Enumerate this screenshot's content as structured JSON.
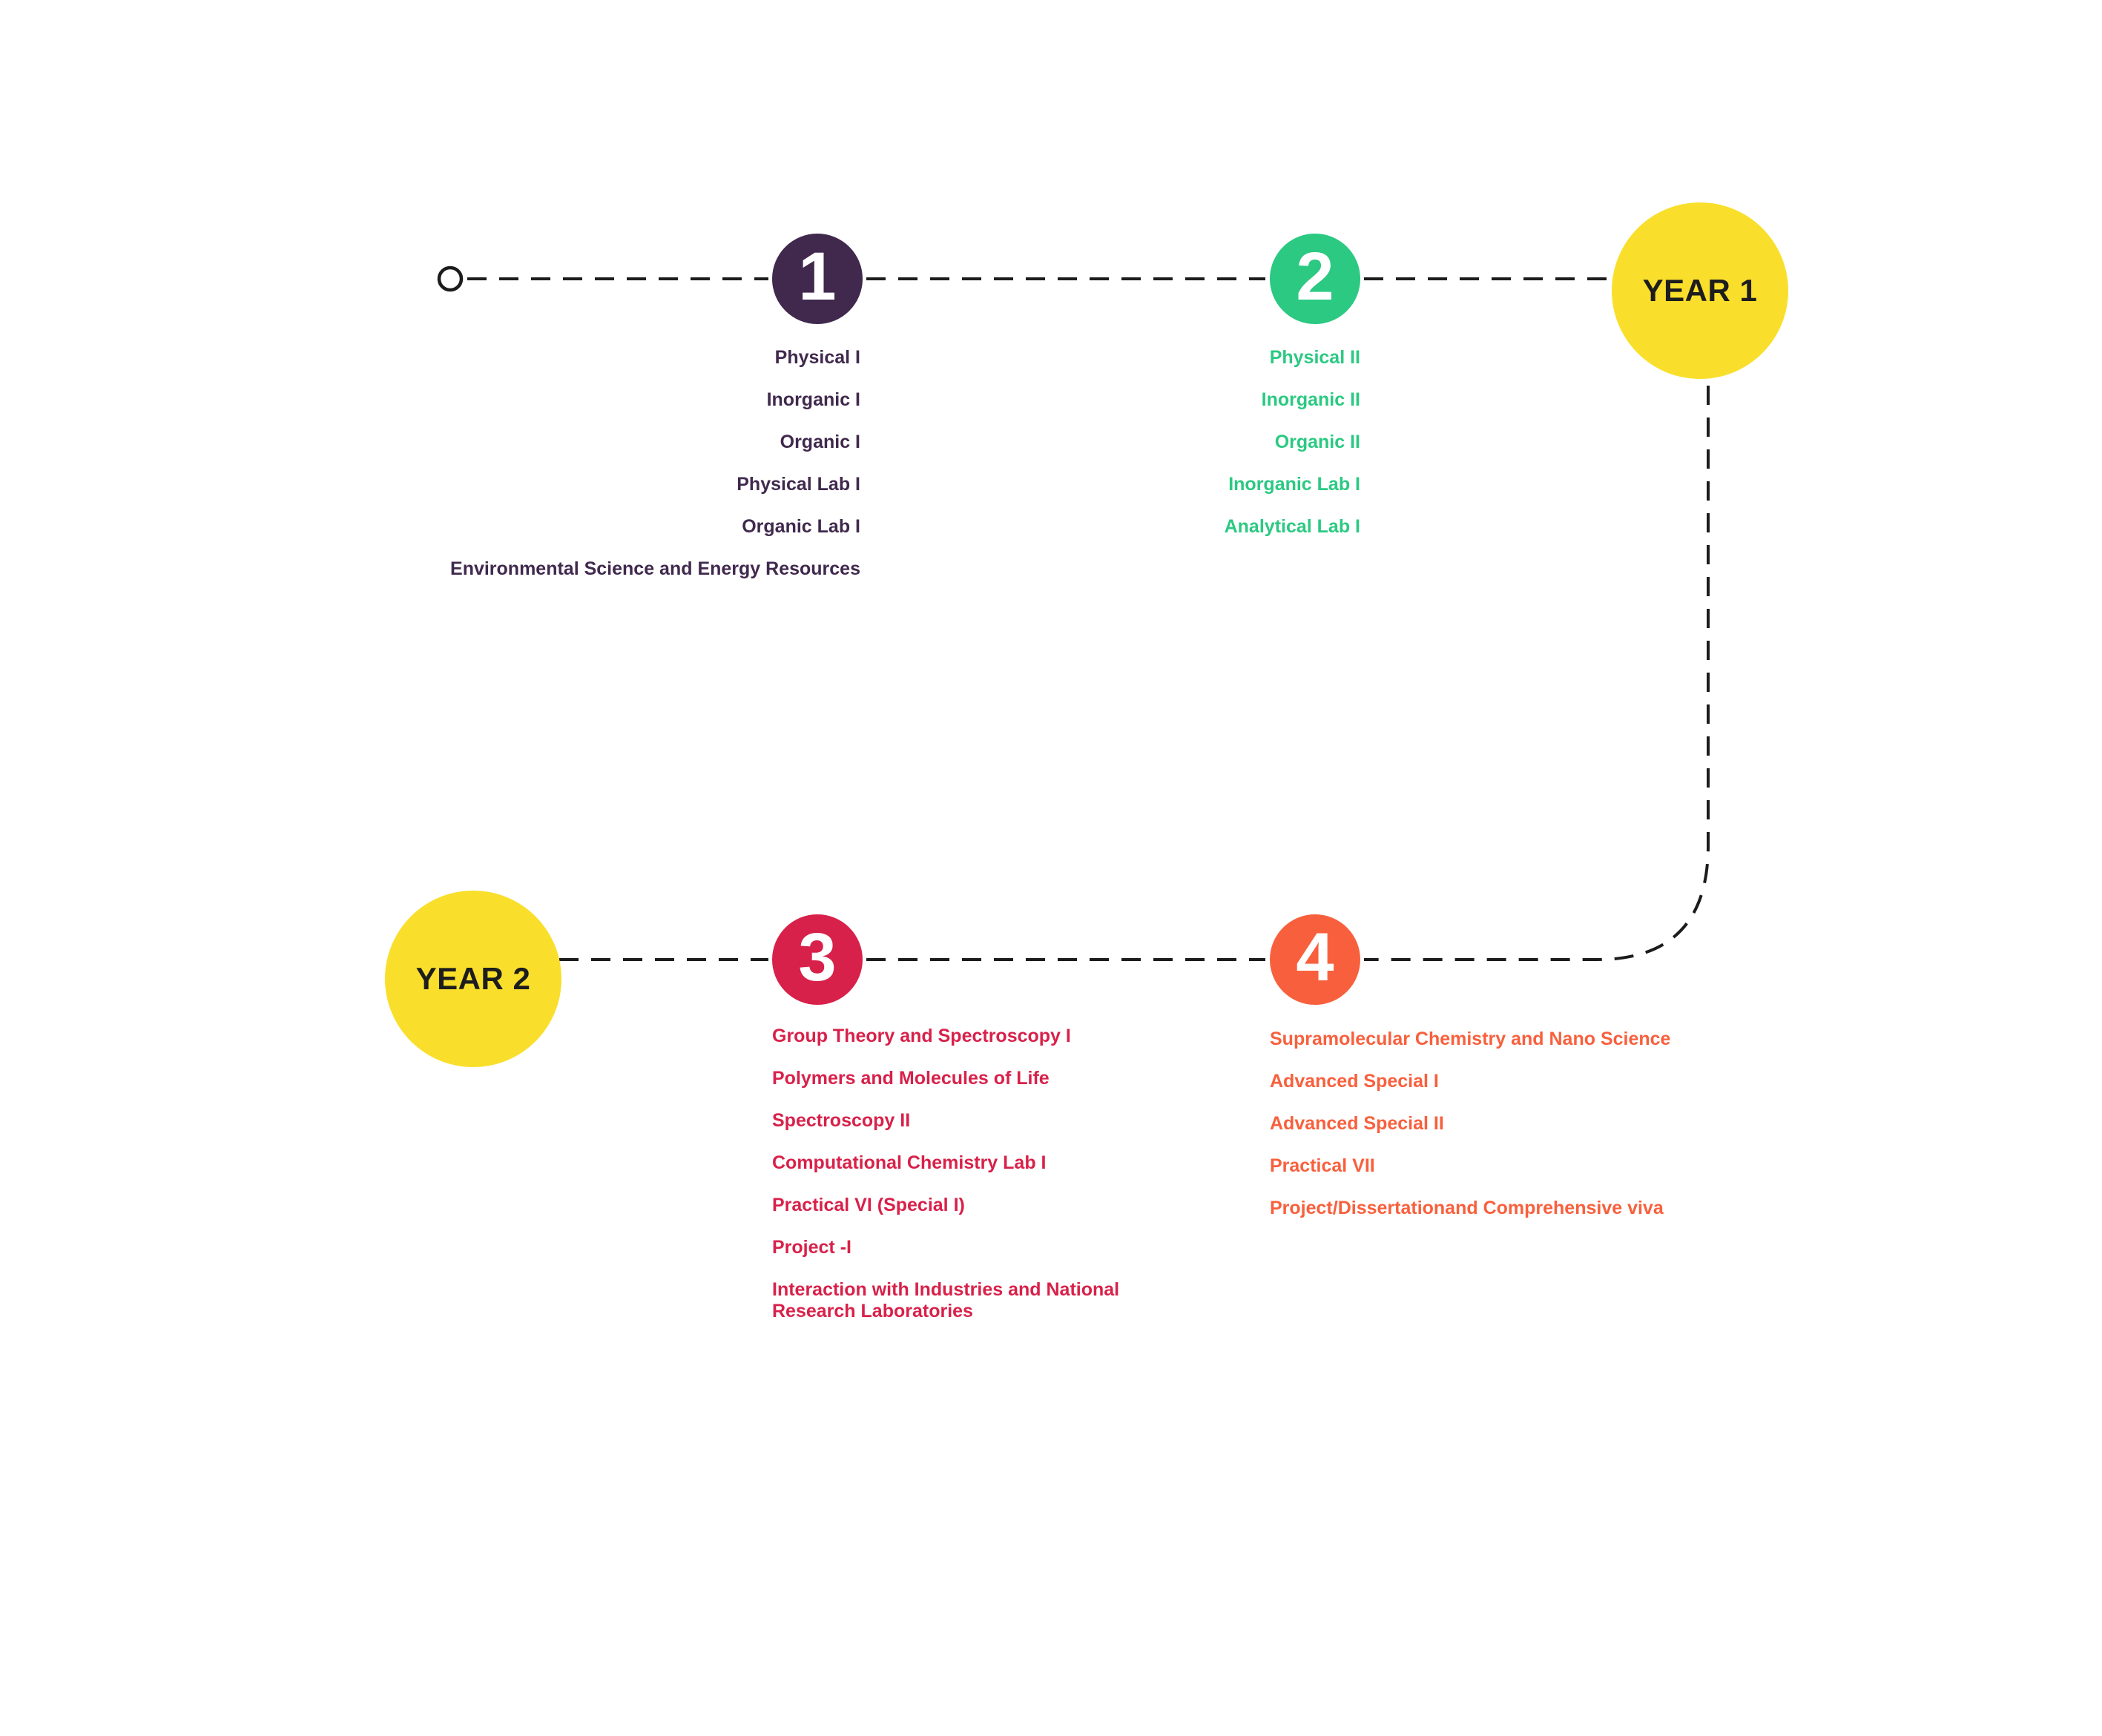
{
  "timeline": {
    "line_color": "#1c1c1c",
    "number_color": "#ffffff",
    "years": [
      {
        "label": "YEAR 1",
        "bg": "#f9df2b",
        "text": "#1d1d1d"
      },
      {
        "label": "YEAR 2",
        "bg": "#f9df2b",
        "text": "#1d1d1d"
      }
    ],
    "semesters": [
      {
        "number": "1",
        "color": "#40294d",
        "courses": [
          "Physical I",
          "Inorganic I",
          "Organic I",
          "Physical Lab I",
          "Organic Lab I",
          "Environmental Science and Energy Resources"
        ]
      },
      {
        "number": "2",
        "color": "#2bc982",
        "courses": [
          "Physical II",
          "Inorganic II",
          "Organic II",
          "Inorganic Lab I",
          "Analytical Lab I"
        ]
      },
      {
        "number": "3",
        "color": "#d8214a",
        "courses": [
          "Group Theory and Spectroscopy I",
          "Polymers and Molecules of Life",
          "Spectroscopy II",
          "Computational Chemistry Lab I",
          "Practical VI (Special I)",
          "Project -I",
          "Interaction with Industries and National Research Laboratories"
        ]
      },
      {
        "number": "4",
        "color": "#f8603d",
        "courses": [
          "Supramolecular Chemistry and Nano Science",
          "Advanced Special I",
          "Advanced Special II",
          "Practical VII",
          "Project/Dissertationand Comprehensive viva"
        ]
      }
    ]
  }
}
